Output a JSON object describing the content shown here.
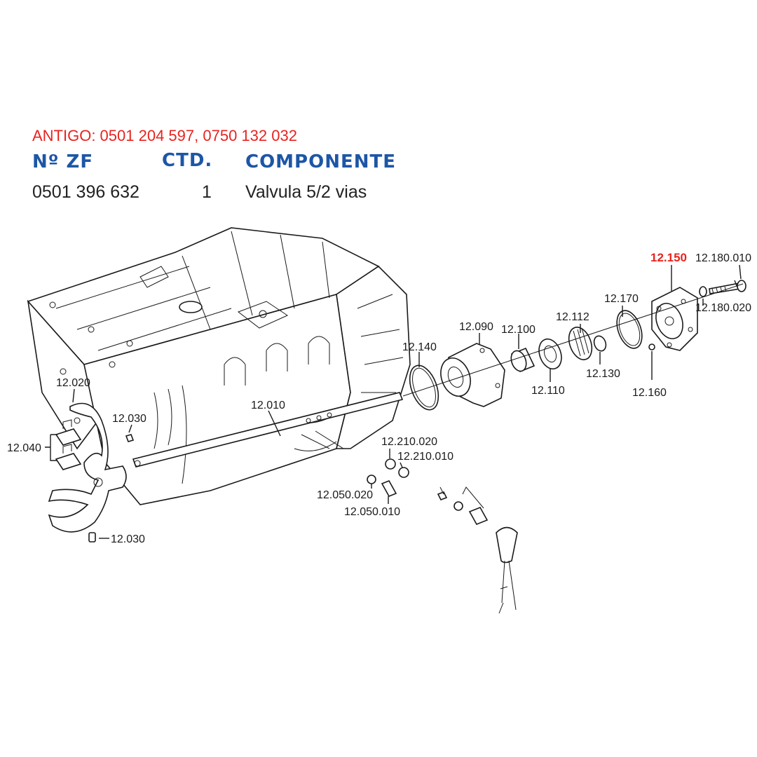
{
  "header": {
    "antigo": "ANTIGO: 0501 204 597, 0750 132 032",
    "col_zf": "Nº ZF",
    "col_ctd": "CTD.",
    "col_componente": "COMPONENTE",
    "row_zf": "0501 396 632",
    "row_ctd": "1",
    "row_componente": "Valvula 5/2 vias"
  },
  "callouts": {
    "c12_150": "12.150",
    "c12_180_010": "12.180.010",
    "c12_180_020": "12.180.020",
    "c12_170": "12.170",
    "c12_160": "12.160",
    "c12_112": "12.112",
    "c12_130": "12.130",
    "c12_100": "12.100",
    "c12_110": "12.110",
    "c12_090": "12.090",
    "c12_140": "12.140",
    "c12_010": "12.010",
    "c12_020": "12.020",
    "c12_030a": "12.030",
    "c12_030b": "12.030",
    "c12_040": "12.040",
    "c12_210_020": "12.210.020",
    "c12_210_010": "12.210.010",
    "c12_050_020": "12.050.020",
    "c12_050_010": "12.050.010"
  },
  "colors": {
    "highlight": "#e8231f",
    "header_blue": "#1d56a6",
    "line": "#1a1a1a"
  }
}
